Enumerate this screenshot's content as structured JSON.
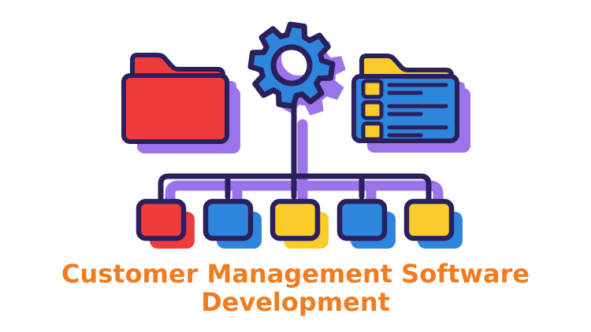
{
  "caption": {
    "line1": "Customer Management Software",
    "line2": "Development"
  },
  "colors": {
    "background": "#FFFFFF",
    "red": "#EE3B3C",
    "blue": "#2E86DC",
    "yellow": "#F9CB2B",
    "purple": "#9B74E9",
    "outline": "#29205C",
    "orange": "#F07C20",
    "white": "#FFFFFF"
  },
  "illustration": {
    "top_icons": [
      {
        "icon": "folder-icon",
        "fill": "red"
      },
      {
        "icon": "gear-icon",
        "fill": "blue"
      },
      {
        "icon": "list-folder-icon",
        "fill": "blue",
        "tab_fill": "yellow"
      }
    ],
    "list_folder": {
      "row_count": 3,
      "checkbox_fill": "yellow"
    },
    "tree_nodes": [
      {
        "fill": "red",
        "shadow": "red"
      },
      {
        "fill": "blue",
        "shadow": "blue"
      },
      {
        "fill": "yellow",
        "shadow": "yellow"
      },
      {
        "fill": "blue",
        "shadow": "blue"
      },
      {
        "fill": "yellow",
        "shadow": "blue"
      }
    ]
  }
}
